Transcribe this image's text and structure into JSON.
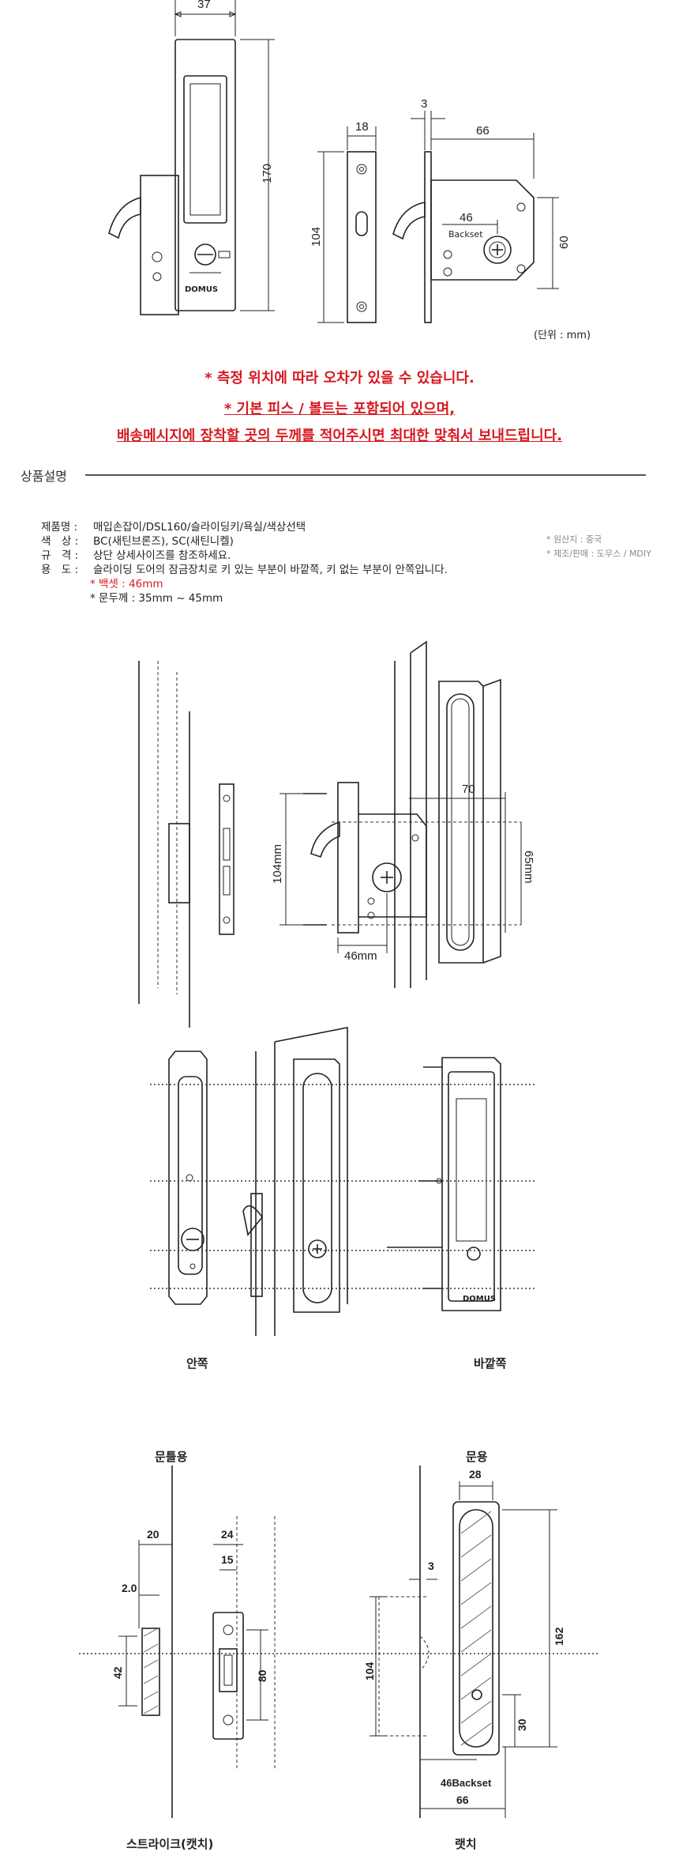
{
  "top_drawing": {
    "dims": {
      "w37": "37",
      "h170": "170",
      "w18": "18",
      "h104": "104",
      "w3": "3",
      "w66": "66",
      "b46": "46",
      "backset": "Backset",
      "h60": "60"
    },
    "brand": "DOMUS",
    "unit": "(단위 : mm)"
  },
  "notices": {
    "line1": "* 측정 위치에 따라 오차가 있을 수 있습니다.",
    "line2": "* 기본 피스 / 볼트는 포함되어 있으며,",
    "line3": "배송메시지에 장착할 곳의 두께를 적어주시면 최대한 맞춰서 보내드립니다."
  },
  "section": {
    "title": "상품설명"
  },
  "specs": [
    {
      "key": "제품명 :",
      "value": "매입손잡이/DSL160/슬라이딩키/욕실/색상선택"
    },
    {
      "key": "색　상 :",
      "value": "BC(새틴브론즈), SC(새틴니켈)"
    },
    {
      "key": "규　격 :",
      "value": "상단 상세사이즈를 참조하세요."
    },
    {
      "key": "용　도 :",
      "value": "슬라이딩 도어의 잠금장치로 키 있는 부분이 바깥쪽, 키 없는 부분이 안쪽입니다."
    }
  ],
  "spec_extra": {
    "backset": "* 백셋 : 46mm",
    "thickness": "* 문두께 : 35mm ~ 45mm"
  },
  "side_info": {
    "origin": "* 원산지 : 중국",
    "maker": "* 제조/판매 : 도무스 / MDIY"
  },
  "install_drawing": {
    "d70": "70",
    "d104": "104mm",
    "d65": "65mm",
    "d46": "46mm"
  },
  "views": {
    "inside": "안쪽",
    "outside": "바깥쪽",
    "brand": "DOMUS"
  },
  "bottom": {
    "left_title": "문틀용",
    "right_title": "문용",
    "left_caption": "스트라이크(캣치)",
    "right_caption": "랫치",
    "dims": {
      "d20": "20",
      "d2": "2.0",
      "d42": "42",
      "d24": "24",
      "d15": "15",
      "d80": "80",
      "d28": "28",
      "d3": "3",
      "d162": "162",
      "d104": "104",
      "d30": "30",
      "backset": "46Backset",
      "d66": "66"
    }
  }
}
